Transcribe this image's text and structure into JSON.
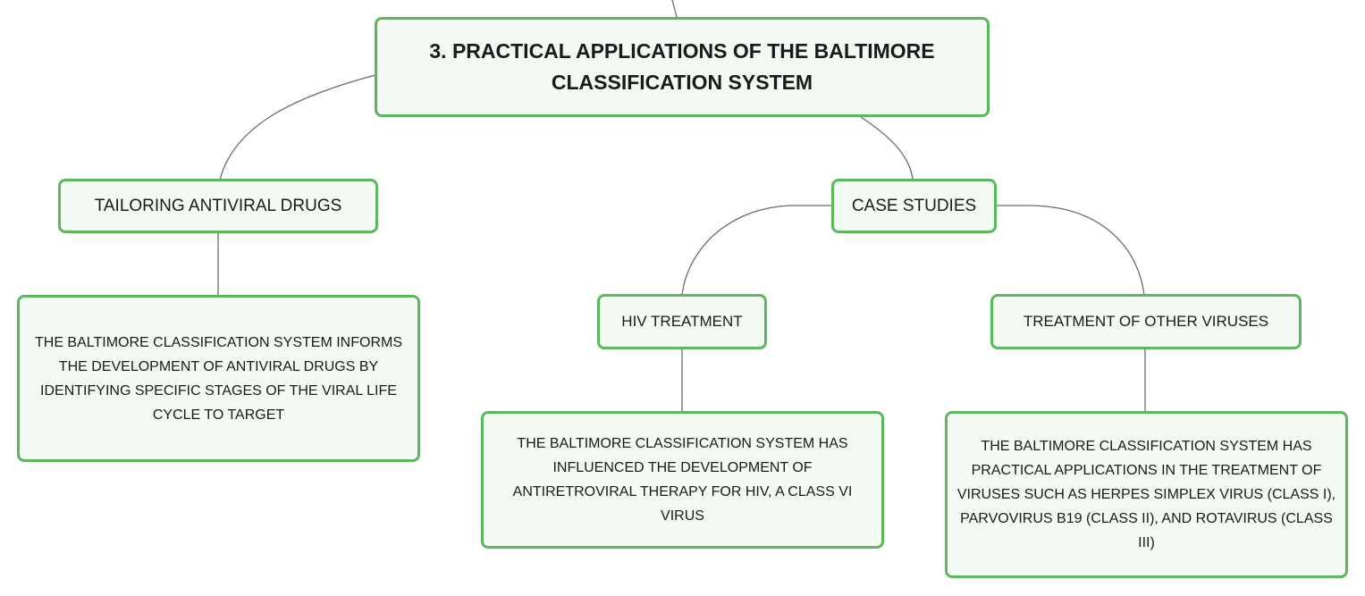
{
  "diagram": {
    "root": {
      "label": "3. PRACTICAL APPLICATIONS OF THE BALTIMORE CLASSIFICATION SYSTEM"
    },
    "branches": [
      {
        "label": "TAILORING ANTIVIRAL DRUGS",
        "detail": "THE BALTIMORE CLASSIFICATION SYSTEM INFORMS THE DEVELOPMENT OF ANTIVIRAL DRUGS BY IDENTIFYING SPECIFIC STAGES OF THE VIRAL LIFE CYCLE TO TARGET"
      },
      {
        "label": "CASE STUDIES",
        "children": [
          {
            "label": "HIV TREATMENT",
            "detail": "THE BALTIMORE CLASSIFICATION SYSTEM HAS INFLUENCED THE DEVELOPMENT OF ANTIRETROVIRAL THERAPY FOR HIV, A CLASS VI VIRUS"
          },
          {
            "label": "TREATMENT OF OTHER VIRUSES",
            "detail": "THE BALTIMORE CLASSIFICATION SYSTEM HAS PRACTICAL APPLICATIONS IN THE TREATMENT OF VIRUSES SUCH AS HERPES SIMPLEX VIRUS (CLASS I), PARVOVIRUS B19 (CLASS II), AND ROTAVIRUS (CLASS III)"
          }
        ]
      }
    ],
    "colors": {
      "node_border": "#5cb85c",
      "node_fill": "#f3faf3",
      "connector": "#6a6a6a",
      "text": "#1a1a1a"
    }
  }
}
